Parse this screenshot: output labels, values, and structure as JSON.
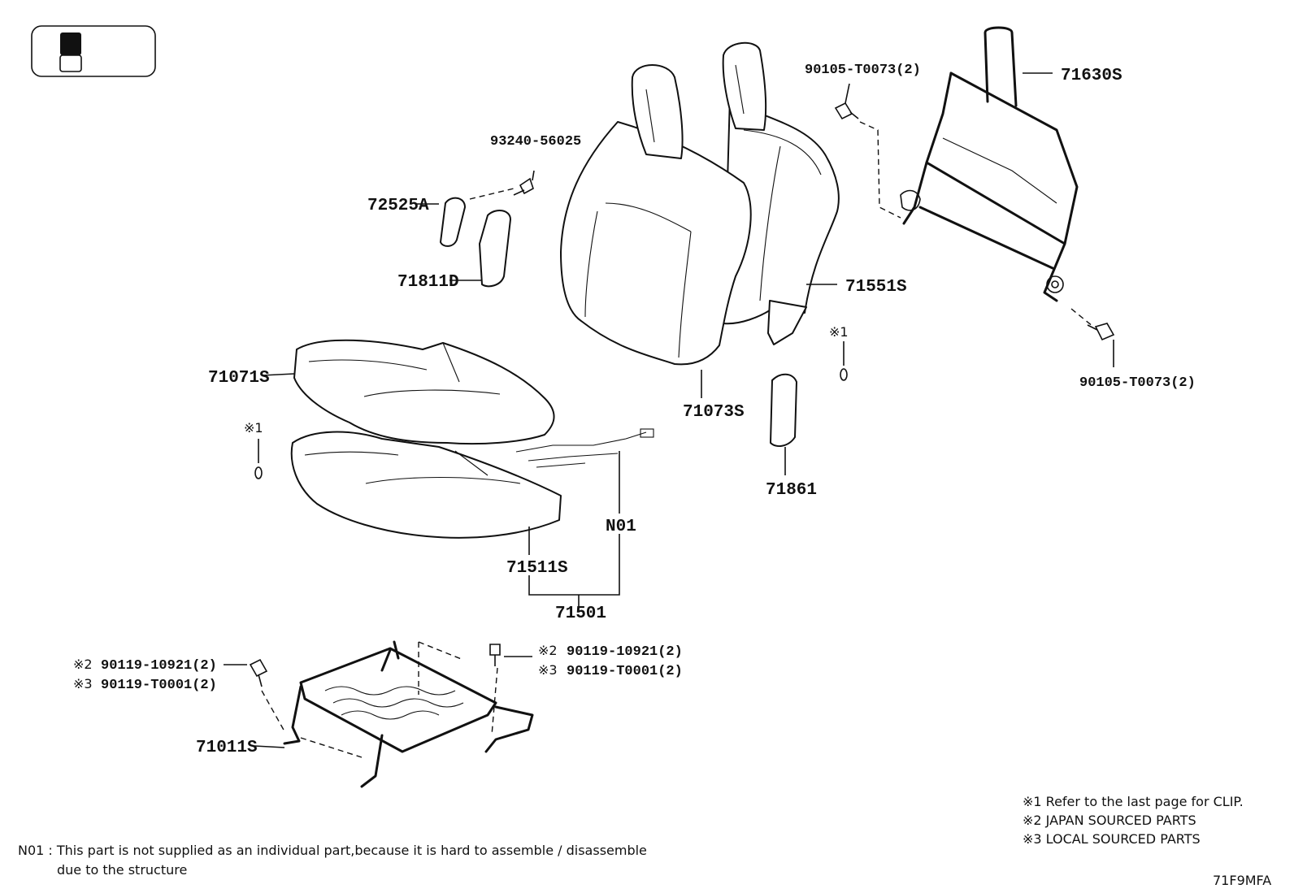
{
  "parts": {
    "p93240": "93240-56025",
    "p72525A": "72525A",
    "p71811D": "71811D",
    "p71071S": "71071S",
    "p71073S": "71073S",
    "p71551S": "71551S",
    "p71630S": "71630S",
    "p90105_top": "90105-T0073(2)",
    "p90105_bot": "90105-T0073(2)",
    "p71861": "71861",
    "pN01": "N01",
    "p71511S": "71511S",
    "p71501": "71501",
    "p71011S": "71011S",
    "left_bolt_a": "90119-10921(2)",
    "left_bolt_b": "90119-T0001(2)",
    "right_bolt_a": "90119-10921(2)",
    "right_bolt_b": "90119-T0001(2)",
    "mark1_a": "※1",
    "mark1_b": "※1",
    "mark2_left": "※2",
    "mark3_left": "※3",
    "mark2_right": "※2",
    "mark3_right": "※3"
  },
  "legend": {
    "l1": "※1  Refer to the last page for CLIP.",
    "l2": "※2  JAPAN SOURCED PARTS",
    "l3": "※3  LOCAL SOURCED PARTS"
  },
  "footnote": {
    "line1": "N01 : This part is not supplied as an individual part,because it is hard to assemble / disassemble",
    "line2": "due to the structure"
  },
  "code": "71F9MFA"
}
